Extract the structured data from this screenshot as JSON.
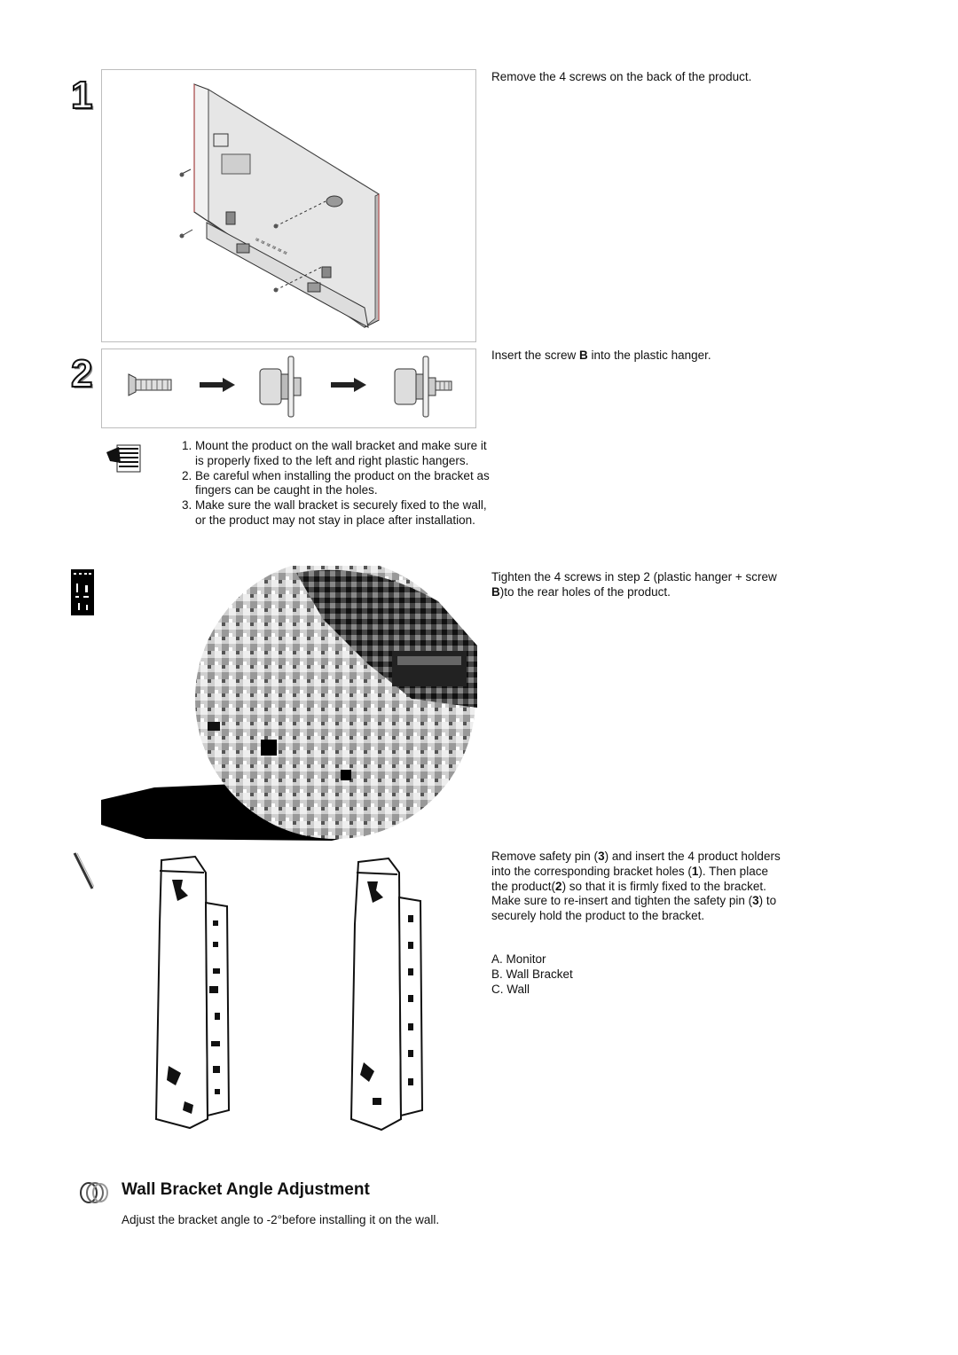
{
  "steps": [
    {
      "number": "1",
      "text": "Remove the 4 screws on the back of the product."
    },
    {
      "number": "2",
      "text_before": "Insert the screw ",
      "text_bold": "B",
      "text_after": " into the plastic hanger."
    }
  ],
  "notes_icon": "note-icon",
  "notes": [
    "Mount the product on the wall bracket and make sure it is properly fixed to the left and right plastic hangers.",
    "Be careful when installing the product on the bracket as fingers can be caught in the holes.",
    "Make sure the wall bracket is securely fixed to the wall, or the product may not stay in place after installation."
  ],
  "step3": {
    "text_a": "Tighten the 4 screws in step 2 (plastic hanger + screw ",
    "bold": "B",
    "text_b": ")to the rear holes of the product."
  },
  "step4": {
    "p1": "Remove safety pin (",
    "b1": "3",
    "p2": ") and insert the 4 product holders into the corresponding bracket holes (",
    "b2": "1",
    "p3": "). Then place the product(",
    "b3": "2",
    "p4": ") so that it is firmly fixed to the bracket. Make sure to re-insert and tighten the safety pin (",
    "b4": "3",
    "p5": ") to securely hold the product to the bracket.",
    "legend": [
      "A. Monitor",
      "B. Wall Bracket",
      "C. Wall"
    ]
  },
  "section": {
    "icon": "rings-icon",
    "title": "Wall Bracket Angle Adjustment",
    "text": "Adjust the bracket angle to -2°before installing it on the wall."
  }
}
